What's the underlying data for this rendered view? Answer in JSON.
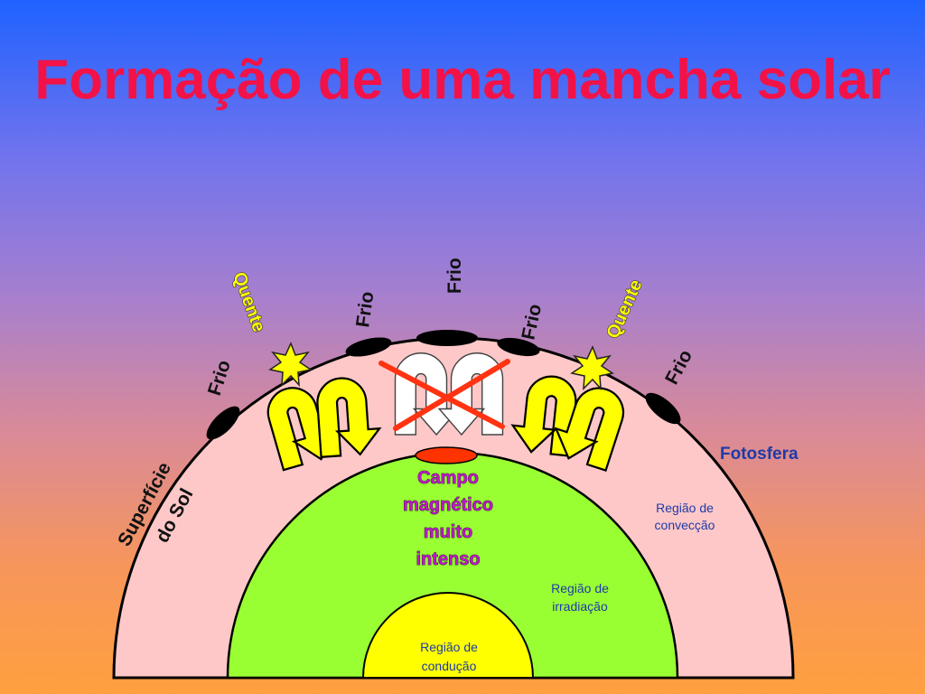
{
  "slide": {
    "title": "Formação de uma mancha solar"
  },
  "labels": {
    "frio": "Frio",
    "quente": "Quente",
    "superficie_line1": "Superfície",
    "superficie_line2": "do Sol",
    "fotosfera": "Fotosfera",
    "conveccao_line1": "Região de",
    "conveccao_line2": "convecção",
    "irradiacao_line1": "Região de",
    "irradiacao_line2": "irradiação",
    "conducao_line1": "Região de",
    "conducao_line2": "condução",
    "campo_line1": "Campo",
    "campo_line2": "magnético",
    "campo_line3": "muito",
    "campo_line4": "intenso"
  },
  "colors": {
    "title": "#f21248",
    "convection_zone": "#ffc8c8",
    "radiation_zone": "#99ff33",
    "conduction_zone": "#ffff00",
    "sunspot": "#000000",
    "hot_arrow": "#ffff00",
    "cold_arrow": "#ffffff",
    "cross": "#ff3311",
    "magnetic_field": "#ff3300",
    "text_blue": "#1e3aa8",
    "text_magenta": "#c017c8"
  }
}
